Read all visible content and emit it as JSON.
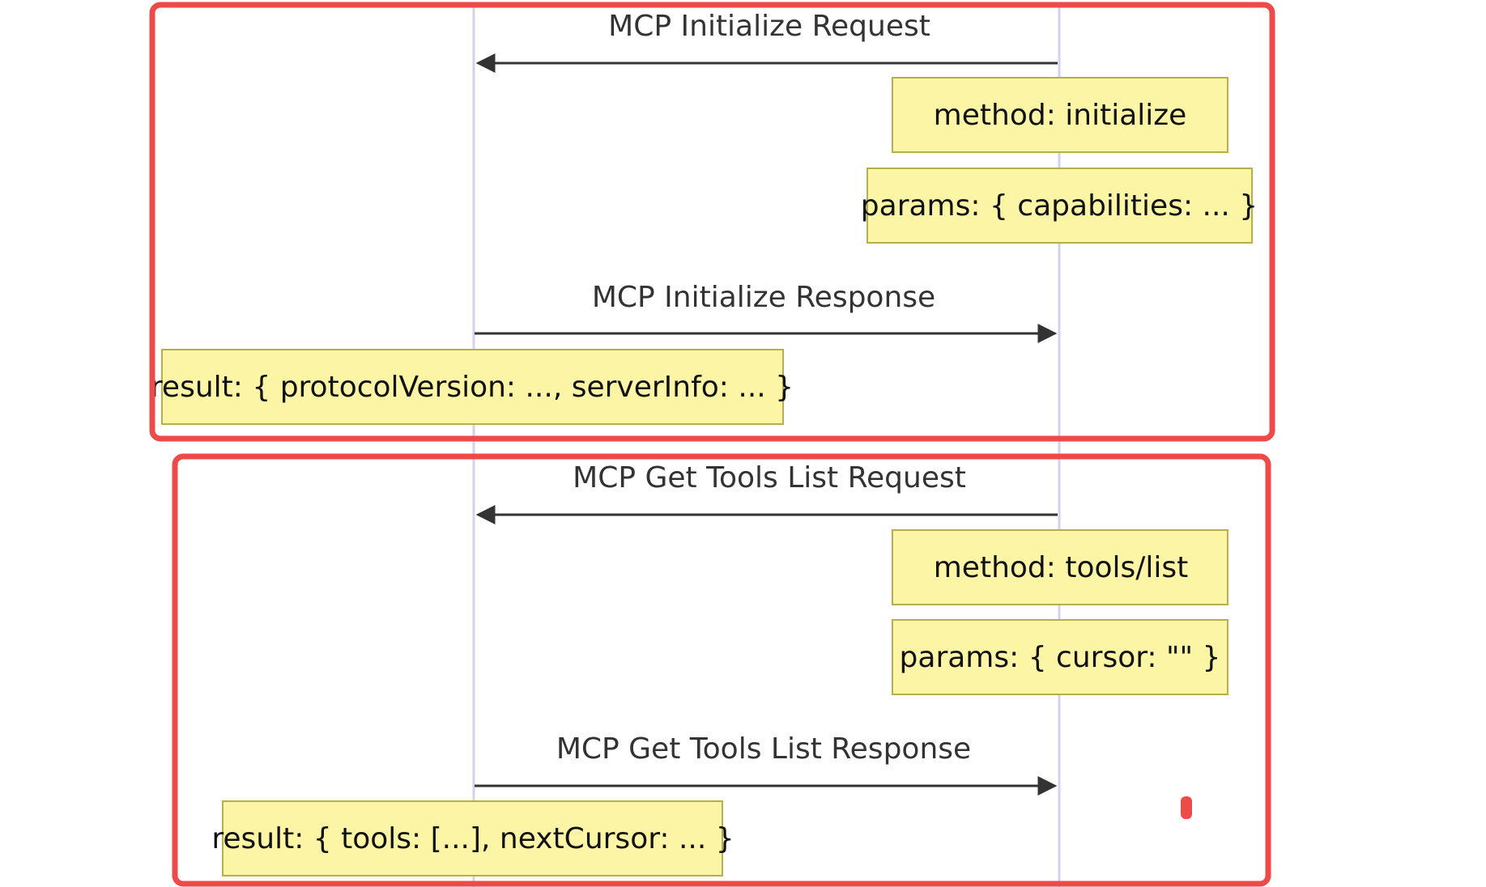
{
  "colors": {
    "lifeline": "#d6d0ec",
    "arrow": "#333333",
    "note_fill": "#fdf5a6",
    "note_border": "#b5b04a",
    "highlight_box": "#ee4a4a"
  },
  "sections": [
    {
      "request_label": "MCP Initialize Request",
      "request_notes": [
        "method: initialize",
        "params: { capabilities: ... }"
      ],
      "response_label": "MCP Initialize Response",
      "response_note": "result: { protocolVersion: ..., serverInfo: ... }"
    },
    {
      "request_label": "MCP Get Tools List Request",
      "request_notes": [
        "method: tools/list",
        "params: { cursor: \"\" }"
      ],
      "response_label": "MCP Get Tools List Response",
      "response_note": "result: { tools: [...], nextCursor: ... }"
    }
  ]
}
